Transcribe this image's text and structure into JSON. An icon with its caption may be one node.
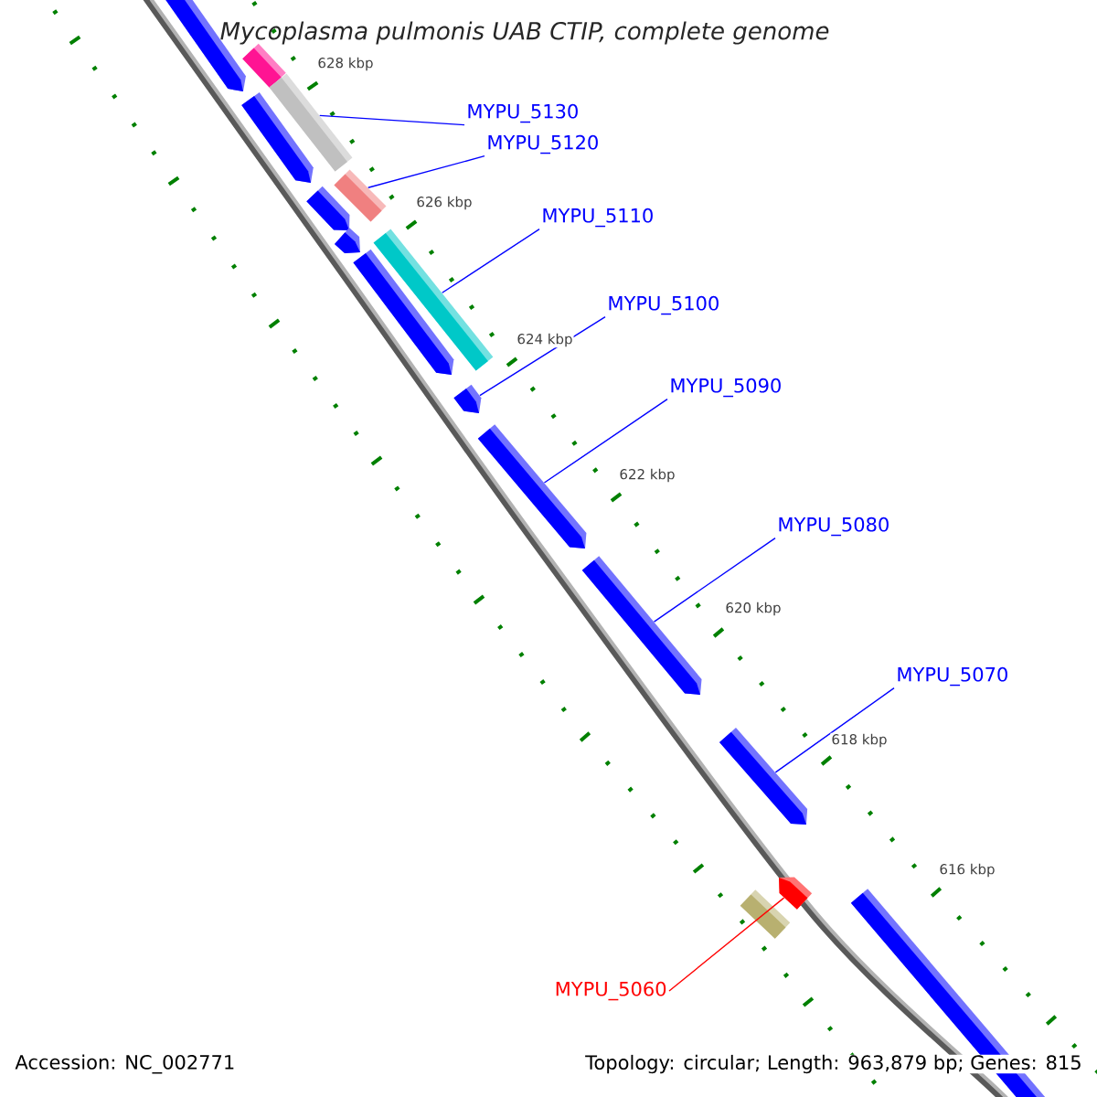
{
  "diagram": {
    "title": "Mycoplasma pulmonis UAB CTIP, complete genome",
    "nodes": [
      {
        "text": [],
        "shape": "bar"
      },
      {
        "text": [],
        "shape": "bar"
      },
      {
        "text": [],
        "shape": "bar"
      },
      {
        "text": [],
        "shape": "bar"
      },
      {
        "text": [],
        "shape": "bar"
      },
      {
        "text": [],
        "shape": "bar"
      },
      {
        "text": [],
        "shape": "bar"
      },
      {
        "text": [],
        "shape": "bar"
      },
      {
        "text": [],
        "shape": "bar"
      },
      {
        "text": [],
        "shape": "bar"
      },
      {
        "text": [],
        "shape": "bar"
      },
      {
        "text": [],
        "shape": "bar"
      },
      {
        "text": [],
        "shape": "bar"
      },
      {
        "text": [],
        "shape": "bar"
      },
      {
        "text": [],
        "shape": "bar"
      },
      {
        "text": [],
        "shape": "bar"
      },
      {
        "text": [
          "MYPU_5130"
        ]
      },
      {
        "text": [
          "MYPU_5120"
        ]
      },
      {
        "text": [
          "MYPU_5110"
        ]
      },
      {
        "text": [
          "MYPU_5100"
        ]
      },
      {
        "text": [
          "MYPU_5090"
        ]
      },
      {
        "text": [
          "MYPU_5080"
        ]
      },
      {
        "text": [
          "MYPU_5070"
        ]
      },
      {
        "text": [
          "MYPU_5060"
        ]
      }
    ],
    "edges": [
      {
        "from": 16,
        "to": 2,
        "arrow": "none"
      },
      {
        "from": 17,
        "to": 4,
        "arrow": "none"
      },
      {
        "from": 18,
        "to": 6,
        "arrow": "none"
      },
      {
        "from": 19,
        "to": 9,
        "arrow": "none"
      },
      {
        "from": 20,
        "to": 10,
        "arrow": "none"
      },
      {
        "from": 21,
        "to": 11,
        "arrow": "none"
      },
      {
        "from": 22,
        "to": 12,
        "arrow": "none"
      },
      {
        "from": 23,
        "to": 13,
        "arrow": "none",
        "color": "#ff0000"
      }
    ],
    "labels": [
      "628 kbp",
      "626 kbp",
      "624 kbp",
      "622 kbp",
      "620 kbp",
      "618 kbp",
      "616 kbp",
      "Accession: NC_002771",
      "Topology: circular; Length: 963,879 bp; Genes: 815"
    ]
  }
}
